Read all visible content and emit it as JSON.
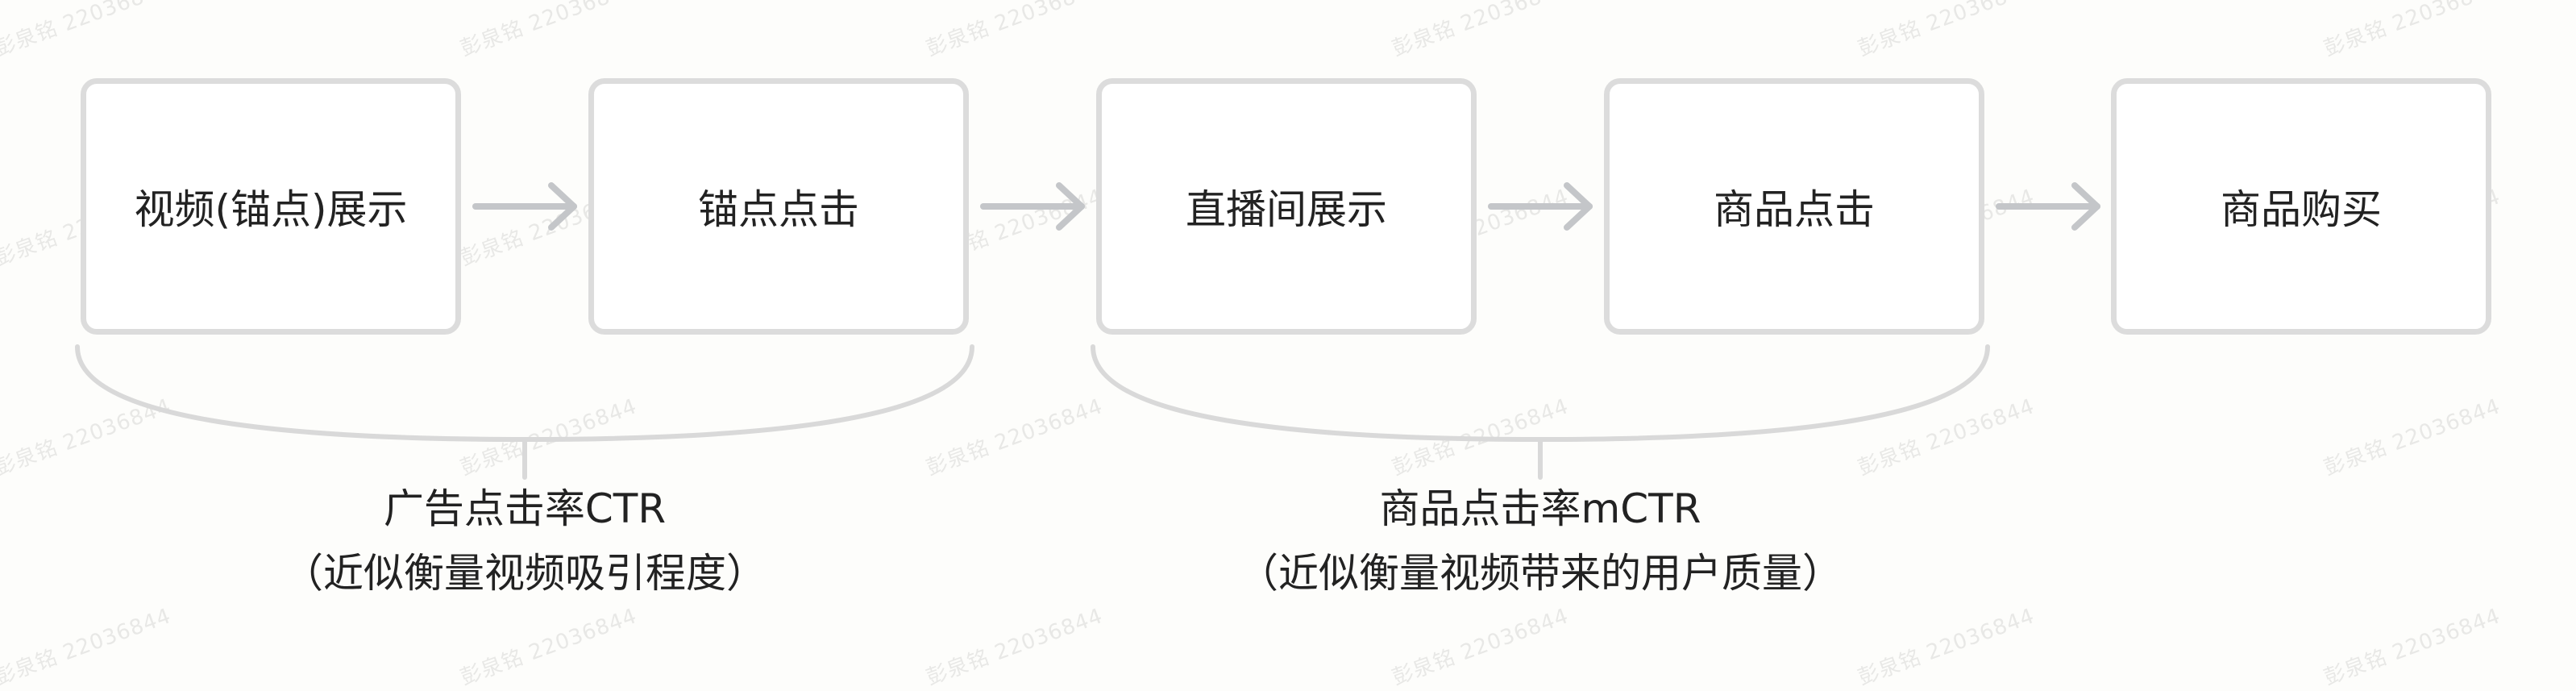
{
  "diagram": {
    "type": "funnel-flow",
    "colors": {
      "background": "#fdfdfb",
      "box_border": "#dcdcdc",
      "box_fill": "#ffffff",
      "arrow": "#c4c6c9",
      "bracket": "#d9d9d9",
      "text": "#222222",
      "watermark": "#e8e8e6"
    },
    "steps": [
      {
        "label": "视频(锚点)展示"
      },
      {
        "label": "锚点点击"
      },
      {
        "label": "直播间展示"
      },
      {
        "label": "商品点击"
      },
      {
        "label": "商品购买"
      }
    ],
    "arrows": [
      {
        "from": 0,
        "to": 1,
        "icon": "arrow-right-icon"
      },
      {
        "from": 1,
        "to": 2,
        "icon": "arrow-right-icon"
      },
      {
        "from": 2,
        "to": 3,
        "icon": "arrow-right-icon"
      },
      {
        "from": 3,
        "to": 4,
        "icon": "arrow-right-icon"
      }
    ],
    "brackets": [
      {
        "spans_steps": [
          0,
          1
        ],
        "title": "广告点击率CTR",
        "subtitle": "（近似衡量视频吸引程度）"
      },
      {
        "spans_steps": [
          2,
          3
        ],
        "title": "商品点击率mCTR",
        "subtitle": "（近似衡量视频带来的用户质量）"
      }
    ]
  },
  "watermark": {
    "text": "彭泉铭 22036844"
  }
}
